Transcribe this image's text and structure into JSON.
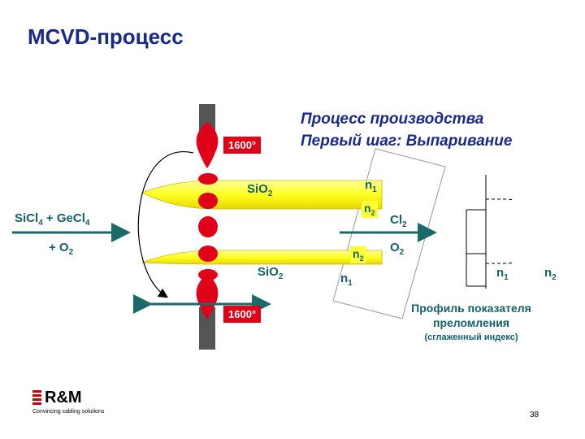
{
  "title": "MCVD-процесс",
  "subtitle_line1": "Процесс производства",
  "subtitle_line2": "Первый шаг: Выпаривание",
  "temp_top": "1600°",
  "temp_bottom": "1600°",
  "label_sio2": "SiO",
  "label_sio2_sub": "2",
  "input_sicl": "SiCl",
  "input_gecl": "GeCl",
  "input_sub4": "4",
  "input_plus": " + ",
  "input_o2_prefix": "+ O",
  "input_sub2": "2",
  "output_cl": "Cl",
  "output_o": "O",
  "n_letter": "n",
  "n_sub1": "1",
  "n_sub2": "2",
  "profile_caption_line1": "Профиль показателя",
  "profile_caption_line2": "преломления",
  "profile_caption_small": "(сглаженный индекс)",
  "logo_text": "R&M",
  "logo_tagline": "Convincing cabling solutions",
  "page_number": "38",
  "colors": {
    "title": "#1a2a8c",
    "label": "#15606a",
    "flame": "#e0001a",
    "tube": "#ffff33",
    "holder": "#555555"
  }
}
